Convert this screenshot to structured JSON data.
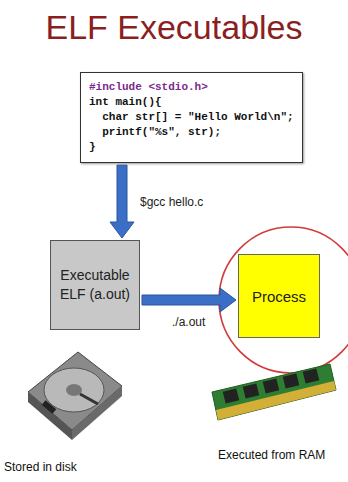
{
  "diagram": {
    "title": "ELF Executables",
    "nodes": [
      {
        "text": [
          "#include <stdio.h>",
          "int main(){",
          "char str[] = \"Hello World\\n\";",
          "printf(\"%s\", str);",
          "}"
        ]
      },
      {
        "text": [
          "Executable ELF (a.out)"
        ]
      },
      {
        "text": [
          "Process"
        ]
      }
    ],
    "edges": [
      {
        "from": 0,
        "to": 1,
        "label": "$gcc hello.c",
        "arrow": "to"
      },
      {
        "from": 1,
        "to": 2,
        "label": "./a.out",
        "arrow": "to"
      }
    ],
    "labels": [
      "Stored in disk",
      "Executed from RAM"
    ]
  }
}
